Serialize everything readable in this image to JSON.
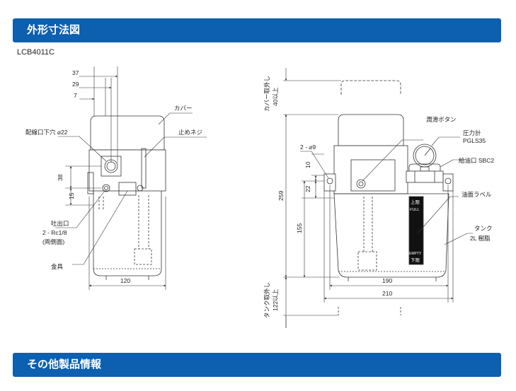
{
  "header": {
    "title": "外形寸法図"
  },
  "model": "LCB4011C",
  "footer": {
    "title": "その他製品情報"
  },
  "left_view": {
    "dims": {
      "d37": "37",
      "d29": "29",
      "d7": "7",
      "d38": "38",
      "d15": "15",
      "d120": "120"
    },
    "labels": {
      "cover": "カバー",
      "wiring_hole": "配線口下穴 ⌀22",
      "stop_screw": "止めネジ",
      "outlet_1": "吐出口",
      "outlet_2": "2 - Rc1/8",
      "outlet_3": "(両側面)",
      "fitting": "金具"
    }
  },
  "right_view": {
    "dims": {
      "d40": "40以上",
      "d40_title": "カバー取外し",
      "d259": "259",
      "d155": "155",
      "d10": "10",
      "d22": "22",
      "d122": "122以上",
      "d122_title": "タンク取外し",
      "d190": "190",
      "d210": "210",
      "hole": "2 - ⌀9"
    },
    "labels": {
      "lube_button": "潤滑ボタン",
      "gauge": "圧力計",
      "gauge_model": "PGLS35",
      "fill_port": "給油口 SBC2",
      "level_label": "油面ラベル",
      "tank_1": "タンク",
      "tank_2": "2L 樹脂",
      "upper_limit": "上限",
      "full": "FULL",
      "empty": "EMPTY",
      "lower_limit": "下限"
    }
  }
}
